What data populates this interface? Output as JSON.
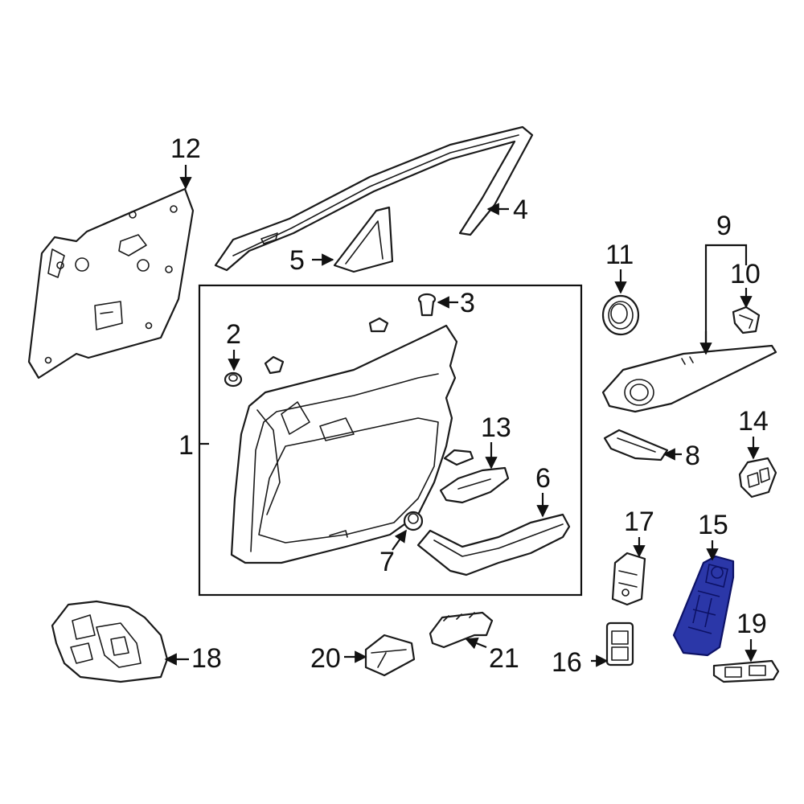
{
  "diagram": {
    "highlight_color": "#2b37a8",
    "line_color": "#111111",
    "highlighted_part": "15",
    "callouts": {
      "c1": "1",
      "c2": "2",
      "c3": "3",
      "c4": "4",
      "c5": "5",
      "c6": "6",
      "c7": "7",
      "c8": "8",
      "c9": "9",
      "c10": "10",
      "c11": "11",
      "c12": "12",
      "c13": "13",
      "c14": "14",
      "c15": "15",
      "c16": "16",
      "c17": "17",
      "c18": "18",
      "c19": "19",
      "c20": "20",
      "c21": "21"
    }
  }
}
